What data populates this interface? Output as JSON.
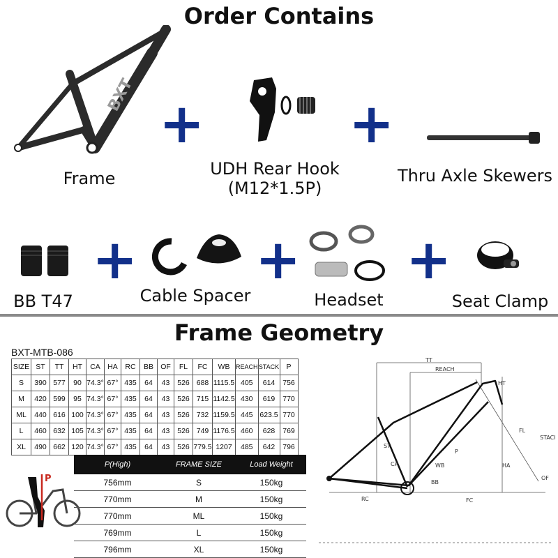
{
  "order": {
    "title": "Order Contains",
    "items": {
      "frame": "Frame",
      "udh_line1": "UDH Rear Hook",
      "udh_line2": "(M12*1.5P)",
      "axle": "Thru Axle Skewers",
      "bb": "BB T47",
      "cable": "Cable Spacer",
      "headset": "Headset",
      "clamp": "Seat Clamp"
    },
    "frame_logo": "BXT",
    "plus_symbol": "+"
  },
  "geometry": {
    "title": "Frame Geometry",
    "model": "BXT-MTB-086",
    "columns": [
      "SIZE",
      "ST",
      "TT",
      "HT",
      "CA",
      "HA",
      "RC",
      "BB",
      "OF",
      "FL",
      "FC",
      "WB",
      "REACH",
      "STACK",
      "P"
    ],
    "rows": [
      [
        "S",
        "390",
        "577",
        "90",
        "74.3°",
        "67°",
        "435",
        "64",
        "43",
        "526",
        "688",
        "1115.5",
        "405",
        "614",
        "756"
      ],
      [
        "M",
        "420",
        "599",
        "95",
        "74.3°",
        "67°",
        "435",
        "64",
        "43",
        "526",
        "715",
        "1142.5",
        "430",
        "619",
        "770"
      ],
      [
        "ML",
        "440",
        "616",
        "100",
        "74.3°",
        "67°",
        "435",
        "64",
        "43",
        "526",
        "732",
        "1159.5",
        "445",
        "623.5",
        "770"
      ],
      [
        "L",
        "460",
        "632",
        "105",
        "74.3°",
        "67°",
        "435",
        "64",
        "43",
        "526",
        "749",
        "1176.5",
        "460",
        "628",
        "769"
      ],
      [
        "XL",
        "490",
        "662",
        "120",
        "74.3°",
        "67°",
        "435",
        "64",
        "43",
        "526",
        "779.5",
        "1207",
        "485",
        "642",
        "796"
      ]
    ],
    "fit_table": {
      "headers": [
        "P(High)",
        "FRAME SIZE",
        "Load Weight"
      ],
      "rows": [
        [
          "756mm",
          "S",
          "150kg"
        ],
        [
          "770mm",
          "M",
          "150kg"
        ],
        [
          "770mm",
          "ML",
          "150kg"
        ],
        [
          "769mm",
          "L",
          "150kg"
        ],
        [
          "796mm",
          "XL",
          "150kg"
        ]
      ]
    },
    "rider_label": "P",
    "diagram_labels": {
      "tt": "TT",
      "reach": "REACH",
      "ht": "HT",
      "st": "ST",
      "p": "P",
      "fl": "FL",
      "stack": "STACK",
      "ha": "HA",
      "wb": "WB",
      "ca": "CA",
      "bb": "BB",
      "rc": "RC",
      "fc": "FC",
      "of": "OF"
    }
  }
}
